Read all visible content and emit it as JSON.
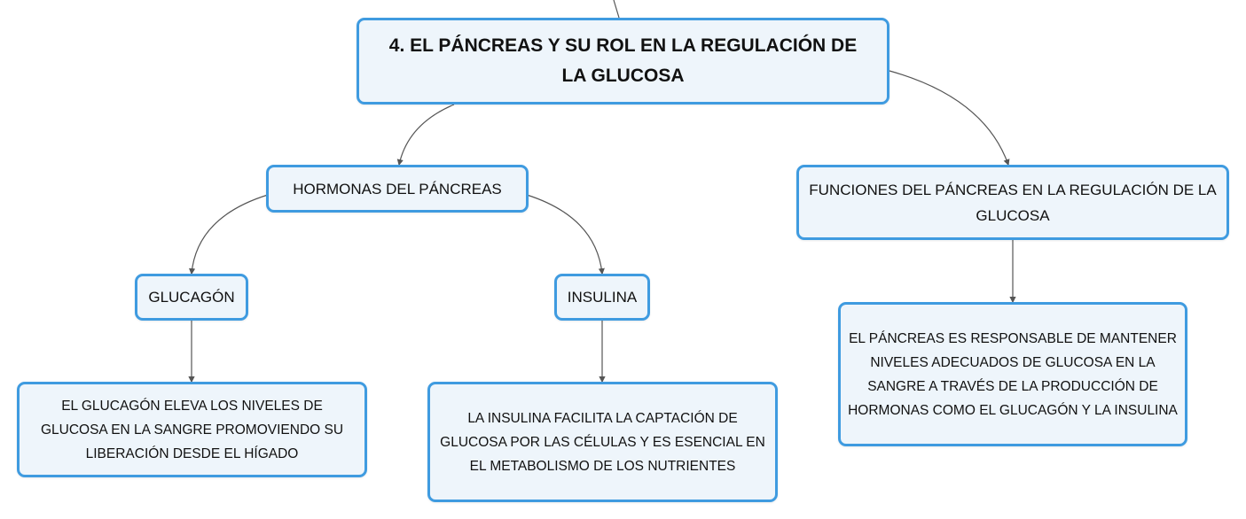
{
  "map": {
    "root": "4. EL PÁNCREAS Y SU ROL EN LA REGULACIÓN DE LA GLUCOSA",
    "hormonas": "HORMONAS DEL PÁNCREAS",
    "funciones": "FUNCIONES DEL PÁNCREAS EN LA REGULACIÓN DE LA GLUCOSA",
    "glucagon": "GLUCAGÓN",
    "insulina": "INSULINA",
    "glucagon_desc": "EL GLUCAGÓN ELEVA LOS NIVELES DE GLUCOSA EN LA SANGRE PROMOVIENDO SU LIBERACIÓN DESDE EL HÍGADO",
    "insulina_desc": "LA INSULINA FACILITA LA CAPTACIÓN DE GLUCOSA POR LAS CÉLULAS Y ES ESENCIAL EN EL METABOLISMO DE LOS NUTRIENTES",
    "funciones_desc": "EL PÁNCREAS ES RESPONSABLE DE MANTENER NIVELES ADECUADOS DE GLUCOSA EN LA SANGRE A TRAVÉS DE LA PRODUCCIÓN DE HORMONAS COMO EL GLUCAGÓN Y LA INSULINA"
  },
  "colors": {
    "node_border": "#3f9be0",
    "node_fill": "#eef5fb",
    "edge": "#555555"
  }
}
